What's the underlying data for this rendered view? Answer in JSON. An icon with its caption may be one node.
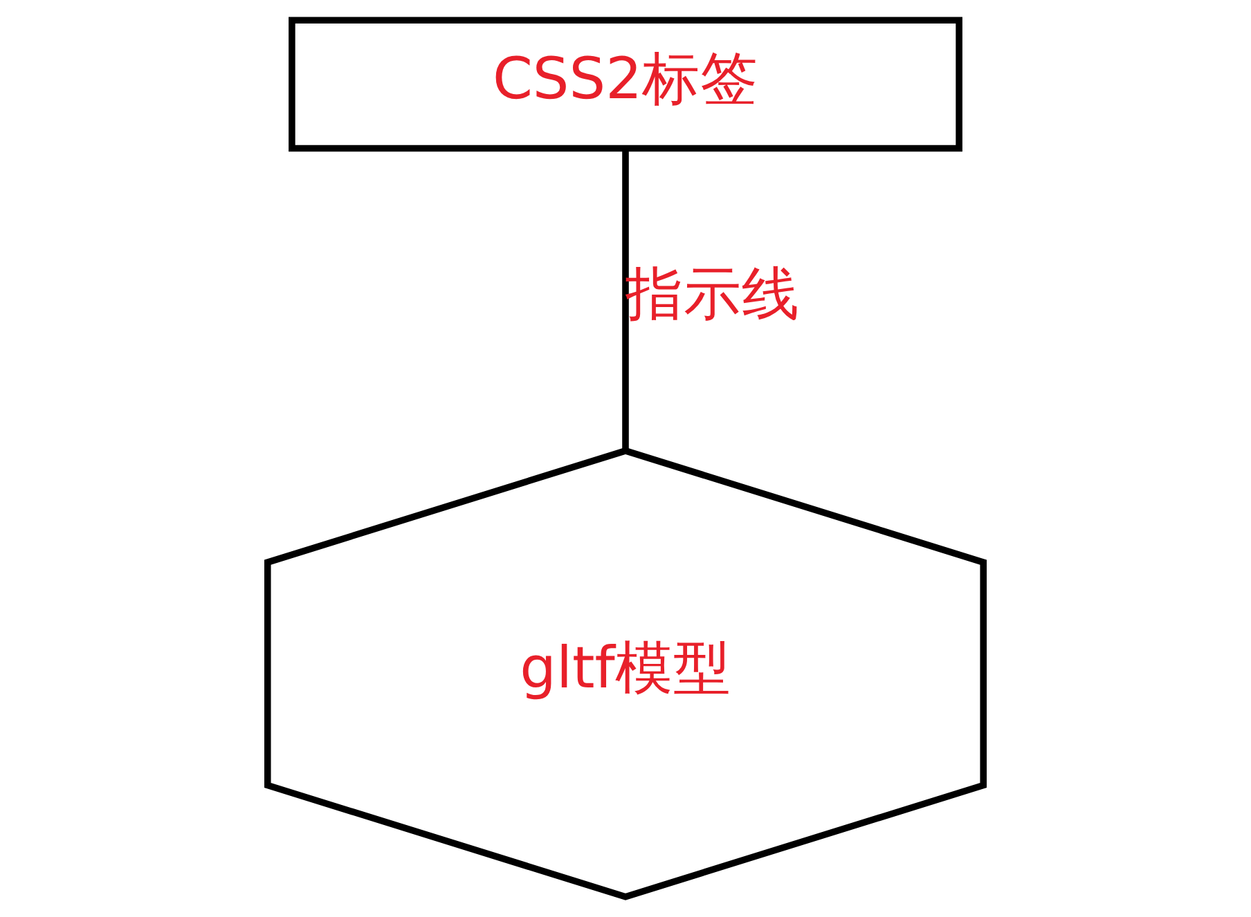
{
  "diagram": {
    "nodes": [
      {
        "text": [
          "CSS2标签"
        ]
      },
      {
        "text": [
          "gltf模型"
        ]
      }
    ],
    "edges": [
      {
        "from": 0,
        "to": 1,
        "arrow": "none",
        "label": "指示线"
      }
    ]
  }
}
